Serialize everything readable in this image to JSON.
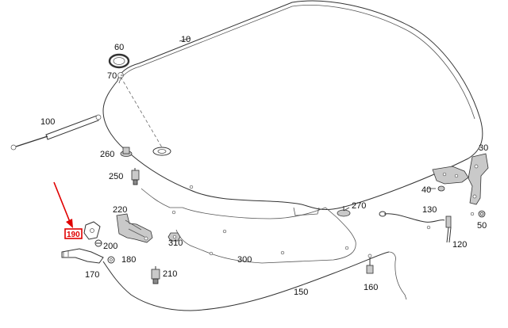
{
  "labels": {
    "p10": "10",
    "p30": "30",
    "p40": "40",
    "p50": "50",
    "p60": "60",
    "p70": "70",
    "p100": "100",
    "p120": "120",
    "p130": "130",
    "p150": "150",
    "p160": "160",
    "p170": "170",
    "p180": "180",
    "p190": "190",
    "p200": "200",
    "p210": "210",
    "p220": "220",
    "p250": "250",
    "p260": "260",
    "p270": "270",
    "p300": "300",
    "p310": "310"
  },
  "highlight": {
    "part_label_key": "p190",
    "color": "#e00000"
  }
}
